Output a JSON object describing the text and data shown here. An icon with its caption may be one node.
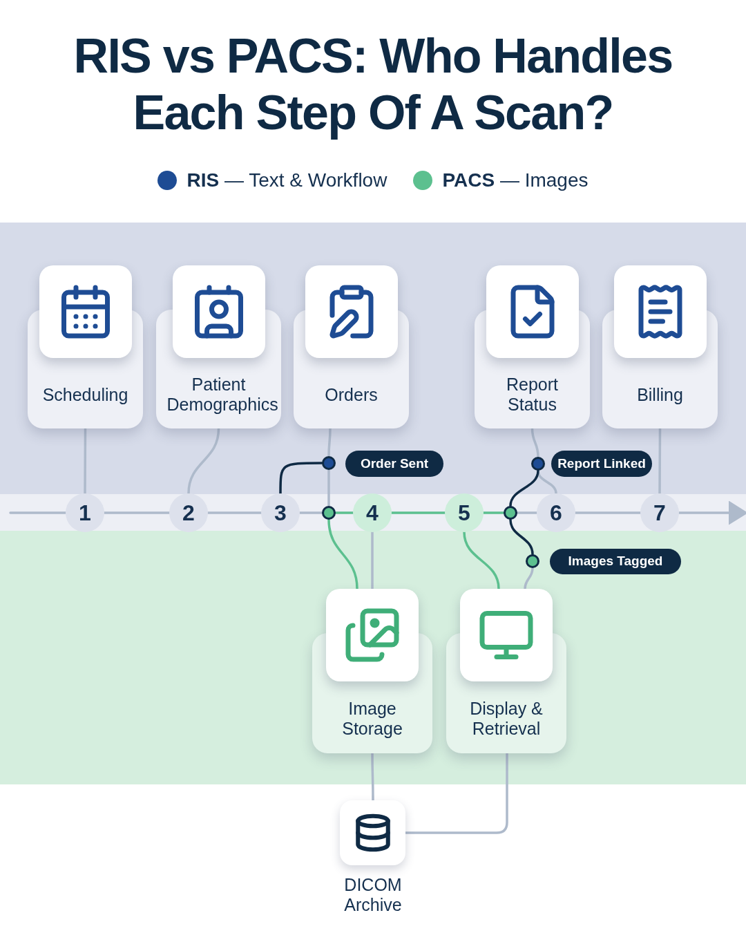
{
  "diagram": {
    "title": "RIS vs PACS: Who Handles Each Step Of A Scan?",
    "nodes": [
      {
        "text": [
          "Scheduling"
        ]
      },
      {
        "text": [
          "Patient Demographics"
        ]
      },
      {
        "text": [
          "Orders"
        ]
      },
      {
        "text": [
          "Report Status"
        ]
      },
      {
        "text": [
          "Billing"
        ]
      },
      {
        "text": [
          "Image Storage"
        ]
      },
      {
        "text": [
          "Display & Retrieval"
        ]
      },
      {
        "text": [
          "DICOM Archive"
        ]
      },
      {
        "text": [
          "1"
        ]
      },
      {
        "text": [
          "2"
        ]
      },
      {
        "text": [
          "3"
        ]
      },
      {
        "text": [
          "4"
        ]
      },
      {
        "text": [
          "5"
        ]
      },
      {
        "text": [
          "6"
        ]
      },
      {
        "text": [
          "7"
        ]
      },
      {
        "text": [
          "Order Sent"
        ]
      },
      {
        "text": [
          "Report Linked"
        ]
      },
      {
        "text": [
          "Images Tagged"
        ]
      },
      {
        "text": [],
        "shape": "circle"
      },
      {
        "text": [],
        "shape": "circle"
      },
      {
        "text": [],
        "shape": "circle"
      },
      {
        "text": [],
        "shape": "circle"
      },
      {
        "text": [],
        "shape": "circle"
      }
    ],
    "edges": [
      {
        "from": 0,
        "to": 8,
        "arrow": "none"
      },
      {
        "from": 1,
        "to": 9,
        "arrow": "none"
      },
      {
        "from": 2,
        "to": 18,
        "arrow": "none"
      },
      {
        "from": 18,
        "to": 19,
        "arrow": "none"
      },
      {
        "from": 10,
        "to": 18,
        "arrow": "none",
        "color": "#0f2a44"
      },
      {
        "from": 19,
        "to": 5,
        "arrow": "none",
        "color": "#5cc08f"
      },
      {
        "from": 11,
        "to": 5,
        "arrow": "none"
      },
      {
        "from": null,
        "to": 8,
        "arrow": "none"
      },
      {
        "from": 8,
        "to": 9,
        "arrow": "none"
      },
      {
        "from": 9,
        "to": 10,
        "arrow": "none"
      },
      {
        "from": 10,
        "to": 19,
        "arrow": "none"
      },
      {
        "from": 19,
        "to": 11,
        "arrow": "none",
        "color": "#5cc08f"
      },
      {
        "from": 11,
        "to": 12,
        "arrow": "none",
        "color": "#5cc08f"
      },
      {
        "from": 12,
        "to": 21,
        "arrow": "none",
        "color": "#5cc08f"
      },
      {
        "from": 21,
        "to": 13,
        "arrow": "none"
      },
      {
        "from": 13,
        "to": 14,
        "arrow": "none"
      },
      {
        "from": 14,
        "to": null,
        "arrow": "to"
      },
      {
        "from": 12,
        "to": 6,
        "arrow": "none",
        "color": "#5cc08f"
      },
      {
        "from": 3,
        "to": 20,
        "arrow": "none"
      },
      {
        "from": 20,
        "to": 13,
        "arrow": "none"
      },
      {
        "from": 20,
        "to": 21,
        "arrow": "none",
        "color": "#0f2a44"
      },
      {
        "from": 21,
        "to": 22,
        "arrow": "none",
        "color": "#0f2a44"
      },
      {
        "from": 22,
        "to": 6,
        "arrow": "none"
      },
      {
        "from": 4,
        "to": 14,
        "arrow": "none"
      },
      {
        "from": 5,
        "to": 7,
        "arrow": "none"
      },
      {
        "from": 6,
        "to": 7,
        "arrow": "none"
      }
    ],
    "legend": [
      {
        "text": "**RIS** — Text & Workflow",
        "color": "#1e4c94"
      },
      {
        "text": "**PACS** — Images",
        "color": "#5cc08f"
      }
    ]
  }
}
